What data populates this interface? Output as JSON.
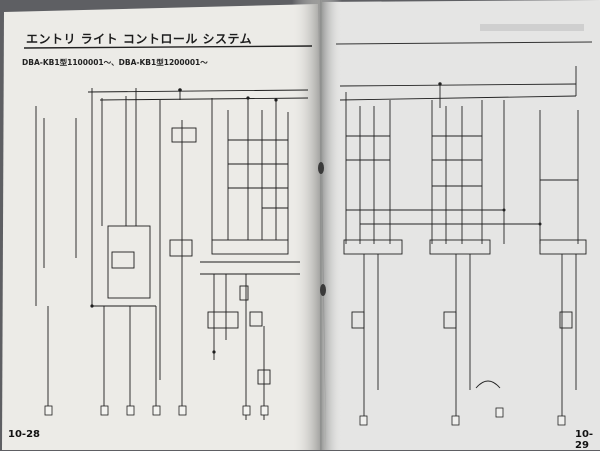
{
  "left_page": {
    "title": "エントリ ライト コントロール システム",
    "subtitle": "DBA-KB1型1100001～、DBA-KB1型1200001～",
    "page_number": "10-28"
  },
  "right_page": {
    "page_number": "10-29"
  },
  "colors": {
    "background": "#5e5f63",
    "paper_left": "#ecebe7",
    "paper_right": "#e5e5e4",
    "ink": "#1e1e1e"
  }
}
